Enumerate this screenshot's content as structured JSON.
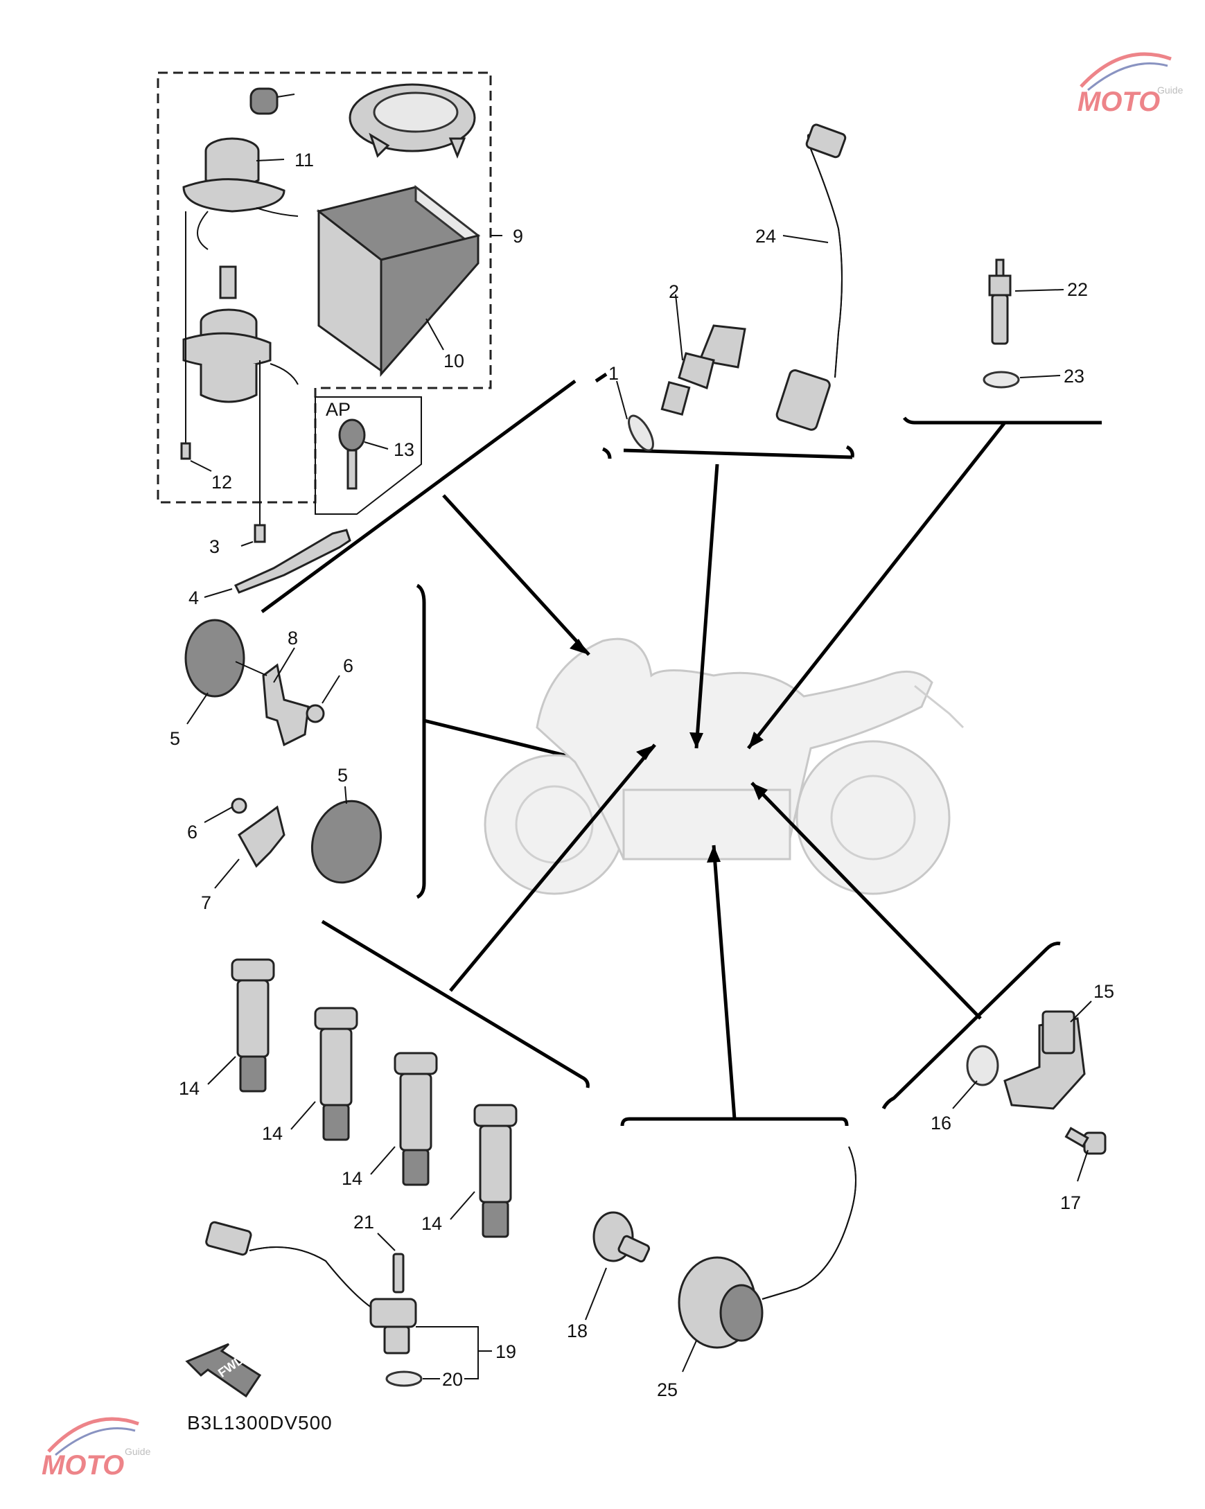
{
  "diagram_code": "B3L1300DV500",
  "fwd_label": "FWD",
  "ap_label": "AP",
  "watermark": {
    "text": "MOTO",
    "subtext": "Guide"
  },
  "callouts": {
    "c1": "1",
    "c2": "2",
    "c3": "3",
    "c4": "4",
    "c5a": "5",
    "c5b": "5",
    "c6a": "6",
    "c6b": "6",
    "c7": "7",
    "c8": "8",
    "c9": "9",
    "c10": "10",
    "c11": "11",
    "c12": "12",
    "c13": "13",
    "c14a": "14",
    "c14b": "14",
    "c14c": "14",
    "c14d": "14",
    "c15": "15",
    "c16": "16",
    "c17": "17",
    "c18": "18",
    "c19": "19",
    "c20": "20",
    "c21": "21",
    "c22": "22",
    "c23": "23",
    "c24": "24",
    "c25": "25"
  },
  "colors": {
    "line": "#000000",
    "part_fill": "#cfcfcf",
    "ghost": "#f1f1f1",
    "watermark": "#e0202a"
  }
}
